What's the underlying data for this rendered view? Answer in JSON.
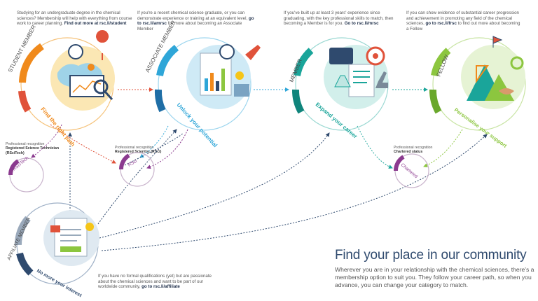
{
  "blurbs": {
    "student": {
      "text": "Studying for an undergraduate degree in the chemical sciences? Membership will help with everything from course work to career planning.",
      "link_pre": "Find out more at",
      "link": "rsc.li/student"
    },
    "associate": {
      "text": "If you're a recent chemical science graduate, or you can demonstrate experience or training at an equivalent level,",
      "link_pre": "go to",
      "link": "rsc.li/amrsc",
      "after": "for more about becoming an Associate Member"
    },
    "member": {
      "text": "If you've built up at least 3 years' experience since graduating, with the key professional skills to match, then becoming a Member is for you.",
      "link_pre": "Go to",
      "link": "rsc.li/mrsc"
    },
    "fellow": {
      "text": "If you can show evidence of substantial career progression and achievement in promoting any field of the chemical sciences,",
      "link_pre": "go to",
      "link": "rsc.li/frsc",
      "after": "to find out more about becoming a Fellow"
    },
    "affiliate": {
      "text": "If you have no formal qualifications (yet) but are passionate about the chemical sciences and want to be part of our worldwide community,",
      "link_pre": "go to",
      "link": "rsc.li/affiliate"
    }
  },
  "recognition": {
    "rsci_tech": {
      "label": "Professional recognition",
      "name": "Registered Science Technician (RSciTech)"
    },
    "rsci": {
      "label": "Professional recognition",
      "name": "Registered Scientist (RSci)"
    },
    "chartered": {
      "label": "Professional recognition",
      "name": "Chartered status"
    }
  },
  "nodes": {
    "student": {
      "title": "STUDENT MEMBER",
      "tagline": "Find the right path",
      "color": "#f08a1c"
    },
    "associate": {
      "title": "ASSOCIATE MEMBER",
      "tagline": "Unlock your potential",
      "color": "#2fa6d8"
    },
    "member": {
      "title": "MEMBER",
      "tagline": "Expand your career",
      "color": "#1aa59a"
    },
    "fellow": {
      "title": "FELLOW",
      "tagline": "Personalise your support",
      "color": "#8cc63f"
    },
    "affiliate": {
      "title": "AFFILIATE MEMBER",
      "tagline": "No more your interest",
      "color": "#2f4a6e"
    }
  },
  "badges": {
    "rsci_tech": "RSciTech",
    "rsci": "RSci",
    "chartered": "Chartered"
  },
  "footer": {
    "headline": "Find your place in our community",
    "body": "Wherever you are in your relationship with the chemical sciences, there's a membership option to suit you. They follow your career path, so when you advance, you can change your category to match."
  }
}
